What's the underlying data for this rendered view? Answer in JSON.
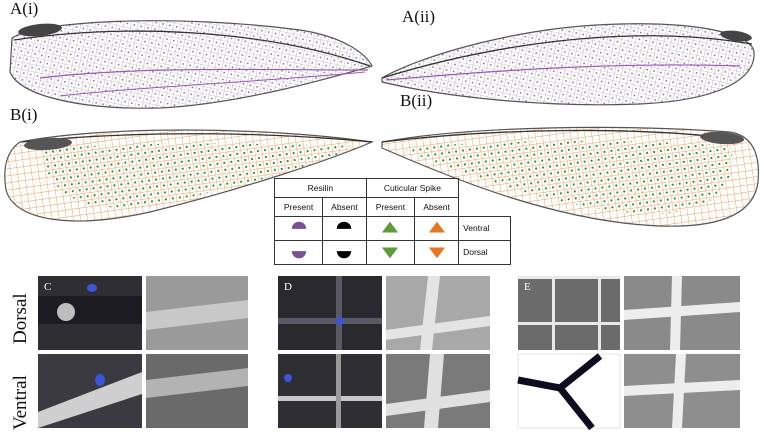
{
  "panel_labels": {
    "a_i": "A(i)",
    "a_ii": "A(ii)",
    "b_i": "B(i)",
    "b_ii": "B(ii)",
    "c": "C",
    "d": "D",
    "e": "E"
  },
  "side_labels": {
    "dorsal": "Dorsal",
    "ventral": "Ventral"
  },
  "legend": {
    "group_resilin": "Resilin",
    "group_spike": "Cuticular Spike",
    "present": "Present",
    "absent": "Absent",
    "row_ventral": "Ventral",
    "row_dorsal": "Dorsal"
  },
  "colors": {
    "resilin_present": "#7a4f9a",
    "resilin_absent": "#000000",
    "spike_present": "#5e9a37",
    "spike_absent": "#e87722",
    "wing_a_vein": "#9b59b6",
    "wing_b_orange": "#e8a05a",
    "wing_b_green": "#2e8b2e"
  },
  "icons": {
    "resilin": "half-disc-icon",
    "spike": "triangle-icon"
  }
}
